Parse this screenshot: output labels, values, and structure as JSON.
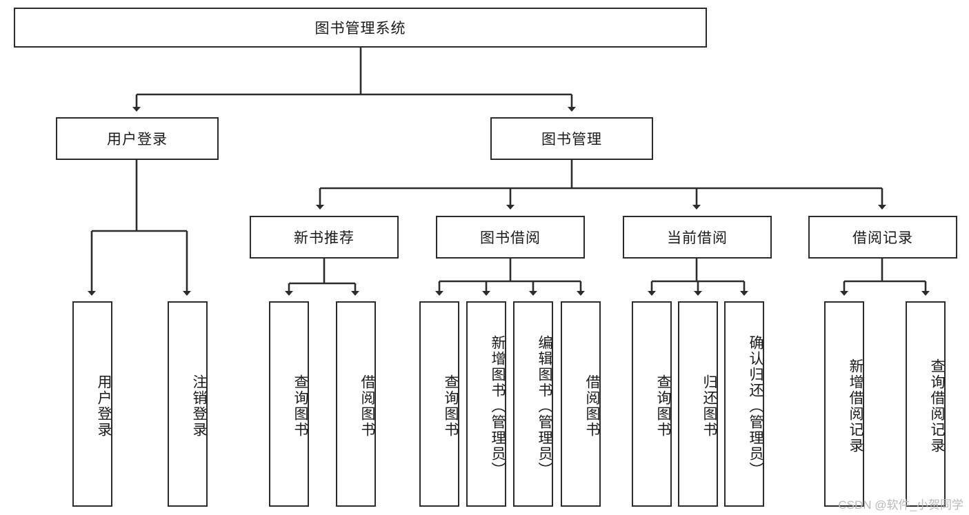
{
  "diagram": {
    "type": "tree",
    "title_node": {
      "label": "图书管理系统"
    },
    "level1": [
      {
        "label": "用户登录"
      },
      {
        "label": "图书管理"
      }
    ],
    "level2": [
      {
        "label": "新书推荐"
      },
      {
        "label": "图书借阅"
      },
      {
        "label": "当前借阅"
      },
      {
        "label": "借阅记录"
      }
    ],
    "leaves": {
      "user_login": [
        {
          "label": "用户登录"
        },
        {
          "label": "注销登录"
        }
      ],
      "new_book_recommend": [
        {
          "label": "查询图书"
        },
        {
          "label": "借阅图书"
        }
      ],
      "book_borrow": [
        {
          "label": "查询图书"
        },
        {
          "label": "新增图书（管理员）"
        },
        {
          "label": "编辑图书（管理员）"
        },
        {
          "label": "借阅图书"
        }
      ],
      "current_borrow": [
        {
          "label": "查询图书"
        },
        {
          "label": "归还图书"
        },
        {
          "label": "确认归还（管理员）"
        }
      ],
      "borrow_record": [
        {
          "label": "新增借阅记录"
        },
        {
          "label": "查询借阅记录"
        }
      ]
    },
    "watermark": "CSDN @软件_小贺同学",
    "colors": {
      "stroke": "#2b2b2b",
      "background": "#ffffff",
      "text": "#1a1a1a",
      "watermark": "#b9b9b9"
    }
  }
}
